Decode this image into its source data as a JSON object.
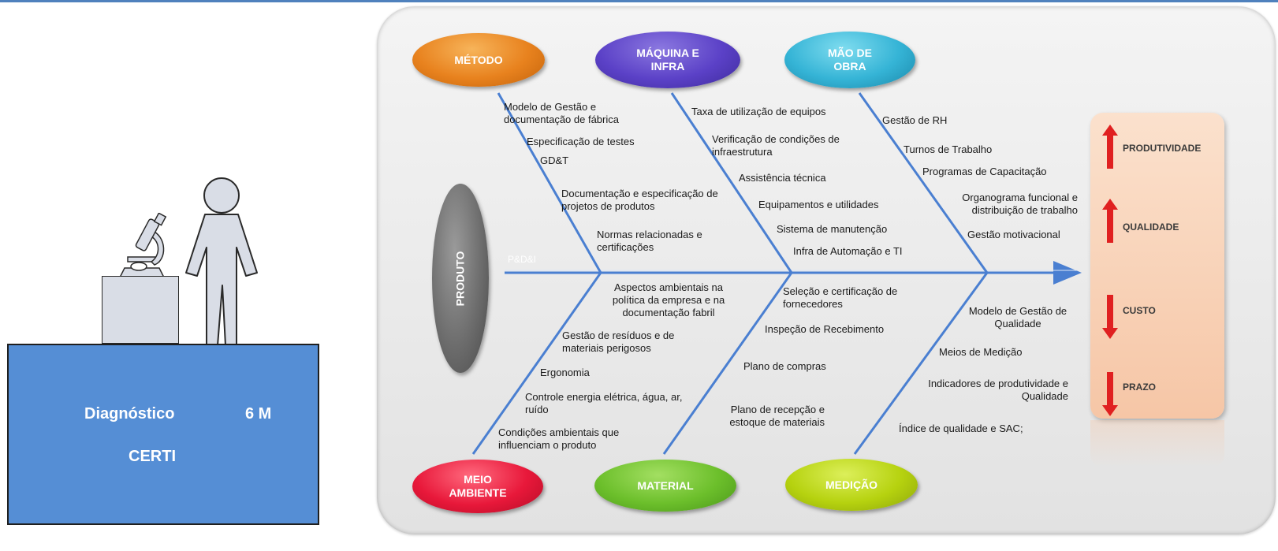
{
  "platform": {
    "title_left": "Diagnóstico",
    "title_right": "6 M",
    "subtitle": "CERTI"
  },
  "categories": {
    "metodo": "MÉTODO",
    "maquina": "MÁQUINA E INFRA",
    "mao_de_obra": "MÃO DE OBRA",
    "meio_ambiente": "MEIO AMBIENTE",
    "material": "MATERIAL",
    "medicao": "MEDIÇÃO",
    "produto": "PRODUTO"
  },
  "spine_label": "P&D&I",
  "causes": {
    "metodo": [
      "Modelo de Gestão e documentação de fábrica",
      "Especificação de testes",
      "GD&T",
      "Documentação e especificação de projetos de produtos",
      "Normas relacionadas e certificações"
    ],
    "maquina": [
      "Taxa de utilização de equipos",
      "Verificação de condições de infraestrutura",
      "Assistência técnica",
      "Equipamentos e utilidades",
      "Sistema de manutenção",
      "Infra de Automação e TI"
    ],
    "mao_de_obra": [
      "Gestão de RH",
      "Turnos de Trabalho",
      "Programas de Capacitação",
      "Organograma funcional e distribuição de trabalho",
      "Gestão motivacional"
    ],
    "meio_ambiente": [
      "Aspectos ambientais na política da empresa e na documentação fabril",
      "Gestão de resíduos e de materiais perigosos",
      "Ergonomia",
      "Controle energia elétrica, água, ar, ruído",
      "Condições ambientais que influenciam o produto"
    ],
    "material": [
      "Seleção e certificação de fornecedores",
      "Inspeção de Recebimento",
      "Plano de compras",
      "Plano de recepção e estoque de materiais"
    ],
    "medicao": [
      "Modelo de Gestão de Qualidade",
      "Meios de Medição",
      "Indicadores de produtividade e Qualidade",
      "Índice de qualidade e SAC;"
    ]
  },
  "effects": [
    {
      "label": "PRODUTIVIDADE",
      "direction": "up"
    },
    {
      "label": "QUALIDADE",
      "direction": "up"
    },
    {
      "label": "CUSTO",
      "direction": "down"
    },
    {
      "label": "PRAZO",
      "direction": "down"
    }
  ],
  "colors": {
    "metodo": "#e8821e",
    "maquina": "#5b41c7",
    "mao_de_obra": "#35b4d6",
    "meio_ambiente": "#e8183a",
    "material": "#6cbf2b",
    "medicao": "#b6d20f",
    "produto": "#6d6d6d",
    "bones": "#4a7fd1",
    "platform": "#558ed5",
    "arrows": "#e02020"
  }
}
